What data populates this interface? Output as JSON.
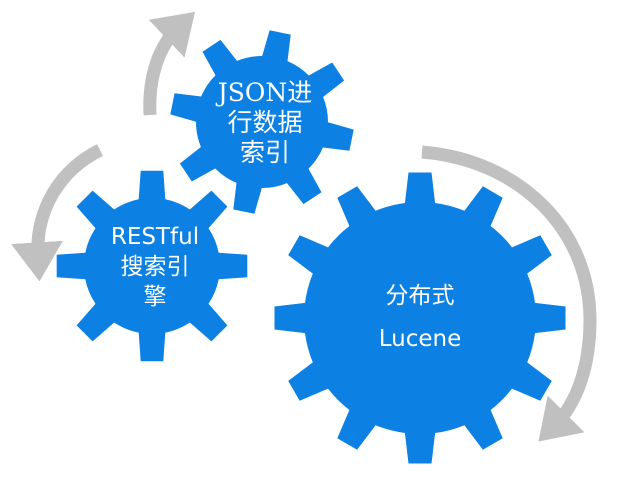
{
  "colors": {
    "gear": "#0d80e3",
    "arrow": "#c0c0c0",
    "text": "#ffffff",
    "background": "#ffffff"
  },
  "gears": {
    "json": {
      "line1": "JSON进",
      "line2": "行数据",
      "line3": "索引",
      "teeth": 8
    },
    "restful": {
      "line1": "RESTful",
      "line2": "搜索引",
      "line3": "擎",
      "teeth": 8
    },
    "distributed": {
      "line1": "分布式",
      "line2": "Lucene",
      "teeth": 12
    }
  },
  "arrows": [
    "curved-arrow-top",
    "curved-arrow-left",
    "curved-arrow-right"
  ]
}
